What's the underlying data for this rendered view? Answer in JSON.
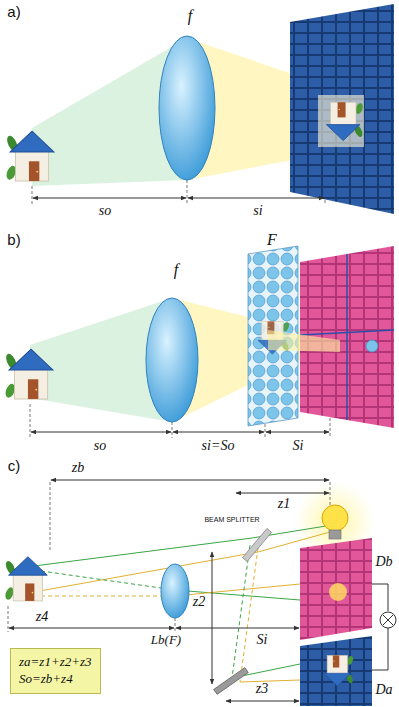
{
  "diagram": {
    "nodes": [
      {
        "text": [
          "za=z1+z2+z3",
          "So=zb+z4"
        ]
      }
    ],
    "labels": [
      "a)",
      "f",
      "so",
      "si",
      "b)",
      "f",
      "F",
      "so",
      "si=So",
      "Si",
      "c)",
      "zb",
      "z1",
      "BEAM SPLITTER",
      "Db",
      "z2",
      "z4",
      "Lb(F)",
      "Si",
      "z3",
      "Da"
    ]
  }
}
